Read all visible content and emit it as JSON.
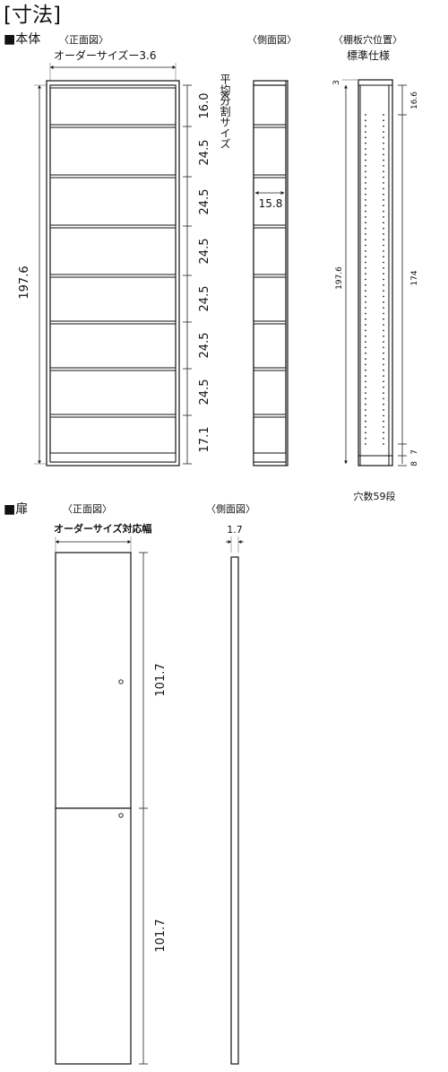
{
  "header": {
    "title": "[寸法]"
  },
  "body_section": {
    "title": "■本体",
    "front_label": "〈正面図〉",
    "side_label": "〈側面図〉",
    "hole_label": "〈棚板穴位置〉",
    "hole_sub": "標準仕様",
    "width_label": "オーダーサイズー3.6",
    "height_label": "197.6",
    "shelf_gaps": [
      "16.0",
      "24.5",
      "24.5",
      "24.5",
      "24.5",
      "24.5",
      "24.5",
      "17.1"
    ],
    "note_mark": "※",
    "note_text": "平均分割サイズ",
    "depth_label": "15.8",
    "hole_top": "3",
    "hole_first": "16.6",
    "hole_total": "197.6",
    "hole_span": "174",
    "hole_last": "7",
    "hole_bottom": "8",
    "hole_caption": "穴数59段"
  },
  "door_section": {
    "title": "■扉",
    "front_label": "〈正面図〉",
    "side_label": "〈側面図〉",
    "width_label": "オーダーサイズ対応幅",
    "thickness_label": "1.7",
    "upper_height": "101.7",
    "lower_height": "101.7"
  }
}
